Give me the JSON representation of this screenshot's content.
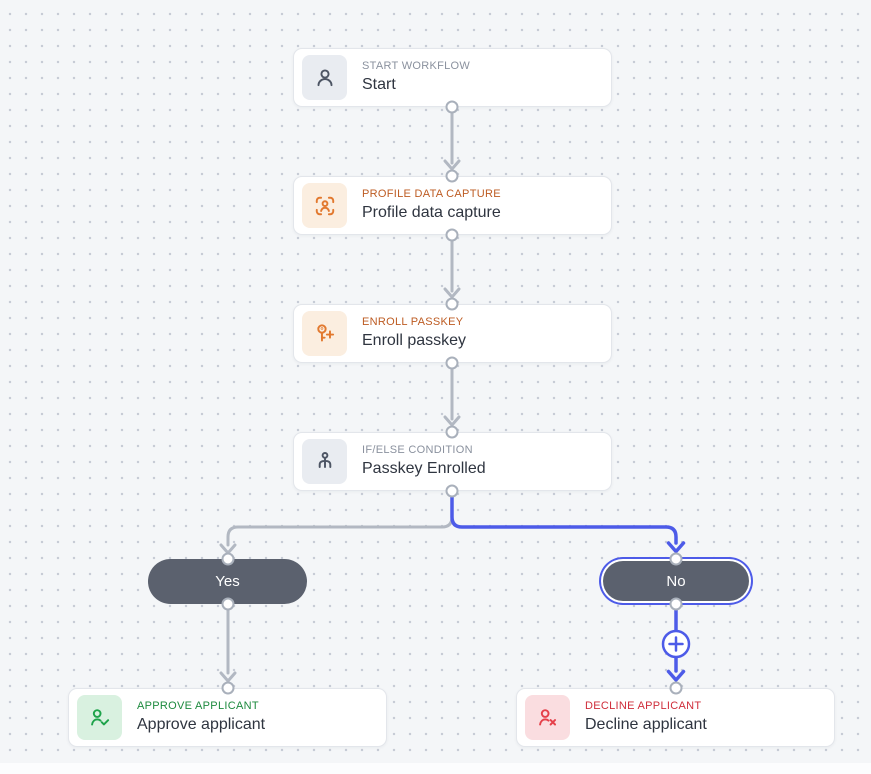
{
  "canvas": {
    "background_color": "#f4f6f8",
    "dot_color": "#c7ccd6"
  },
  "palette": {
    "connector_default": "#b2b8c2",
    "connector_active": "#4d5be8",
    "branch_pill_bg": "#5b616e",
    "card_bg": "#ffffff",
    "card_border": "#e3e6eb",
    "port_stroke": "#a9b0bb",
    "label_gray": "#8a919e",
    "label_orange": "#bd5b22",
    "label_green": "#1d8a3e",
    "label_red": "#cf2d3a"
  },
  "nodes": [
    {
      "id": "start",
      "type_label": "START WORKFLOW",
      "title": "Start",
      "icon": "person-icon",
      "accent": "#8a919e"
    },
    {
      "id": "profile-data-capture",
      "type_label": "PROFILE DATA CAPTURE",
      "title": "Profile data capture",
      "icon": "person-scan-icon",
      "accent": "#bd5b22"
    },
    {
      "id": "enroll-passkey",
      "type_label": "ENROLL PASSKEY",
      "title": "Enroll passkey",
      "icon": "passkey-plus-icon",
      "accent": "#bd5b22"
    },
    {
      "id": "if-else-condition",
      "type_label": "IF/ELSE CONDITION",
      "title": "Passkey Enrolled",
      "icon": "branch-icon",
      "accent": "#8a919e"
    },
    {
      "id": "approve-applicant",
      "type_label": "APPROVE APPLICANT",
      "title": "Approve applicant",
      "icon": "person-check-icon",
      "accent": "#1d8a3e"
    },
    {
      "id": "decline-applicant",
      "type_label": "DECLINE APPLICANT",
      "title": "Decline applicant",
      "icon": "person-x-icon",
      "accent": "#cf2d3a"
    }
  ],
  "branches": [
    {
      "label": "Yes",
      "selected": false
    },
    {
      "label": "No",
      "selected": true
    }
  ],
  "edges": [
    {
      "from": "start",
      "to": "profile-data-capture",
      "style": "default"
    },
    {
      "from": "profile-data-capture",
      "to": "enroll-passkey",
      "style": "default"
    },
    {
      "from": "enroll-passkey",
      "to": "if-else-condition",
      "style": "default"
    },
    {
      "from": "if-else-condition",
      "to": "branch-yes",
      "style": "default"
    },
    {
      "from": "if-else-condition",
      "to": "branch-no",
      "style": "active"
    },
    {
      "from": "branch-yes",
      "to": "approve-applicant",
      "style": "default"
    },
    {
      "from": "branch-no",
      "to": "decline-applicant",
      "style": "active",
      "has_add_button": true
    }
  ],
  "add_step_button": {
    "icon": "plus-icon",
    "color": "#4d5be8"
  }
}
